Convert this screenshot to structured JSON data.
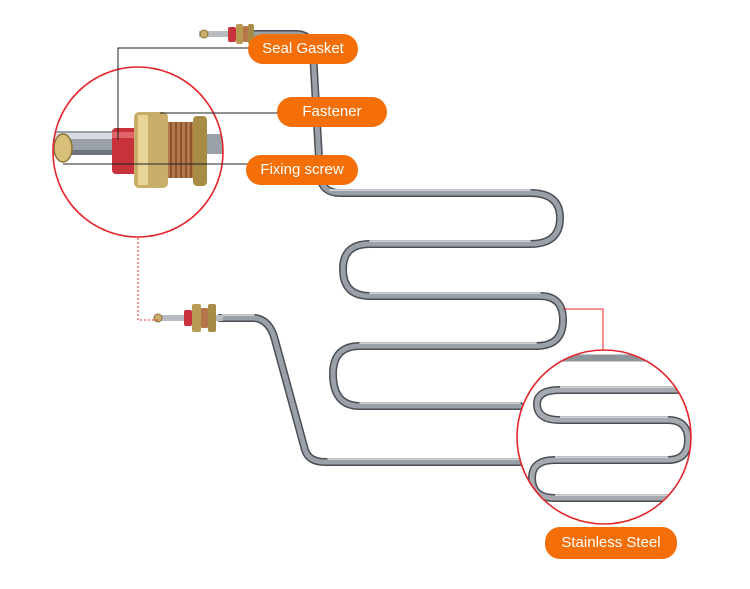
{
  "labels": {
    "seal_gasket": "Seal Gasket",
    "fastener": "Fastener",
    "fixing_screw": "Fixing screw",
    "stainless_steel": "Stainless Steel"
  },
  "colors": {
    "label_bg": "#f46f08",
    "label_text": "#ffffff",
    "callout_circle": "#e3262b",
    "leader_line": "#222222",
    "tube_dark": "#4a4f55",
    "tube_mid": "#8e949b",
    "tube_light": "#d7dbdf",
    "gasket_red": "#c8323b",
    "brass_nut": "#b89a52",
    "copper_thread": "#b5764a"
  },
  "icons": {
    "heater_element": "stainless-steel-heating-tube",
    "terminal_detail": "magnified-terminal-with-nut-and-gasket",
    "tube_detail": "magnified-tube-bends"
  }
}
